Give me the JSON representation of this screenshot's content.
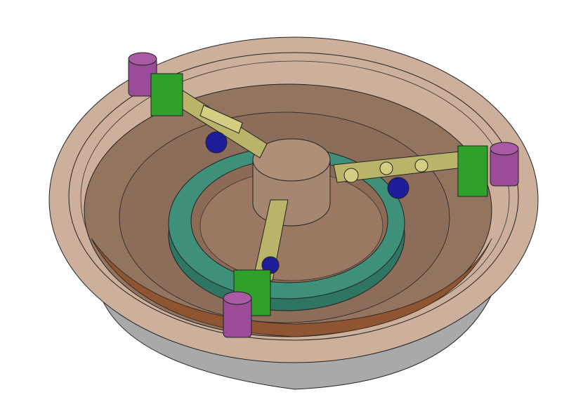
{
  "colors": {
    "background": "#ffffff",
    "dish_rim": "#cfae98",
    "dish_inner": "#8f7260",
    "dish_floor": "#9a7a66",
    "dish_base": "#a7a7a7",
    "copper_band": "#9a5a36",
    "ring_top": "#3f8f7a",
    "ring_side": "#2f7766",
    "arm": "#b9b46a",
    "arm_dark": "#8c8844",
    "clamp": "#2fa12a",
    "purple_post": "#9b4c98",
    "blue_knob": "#1d1d9a",
    "outline": "#1a1a1a"
  },
  "arms": [
    {
      "name": "arm-top-left"
    },
    {
      "name": "arm-right"
    },
    {
      "name": "arm-bottom"
    }
  ]
}
